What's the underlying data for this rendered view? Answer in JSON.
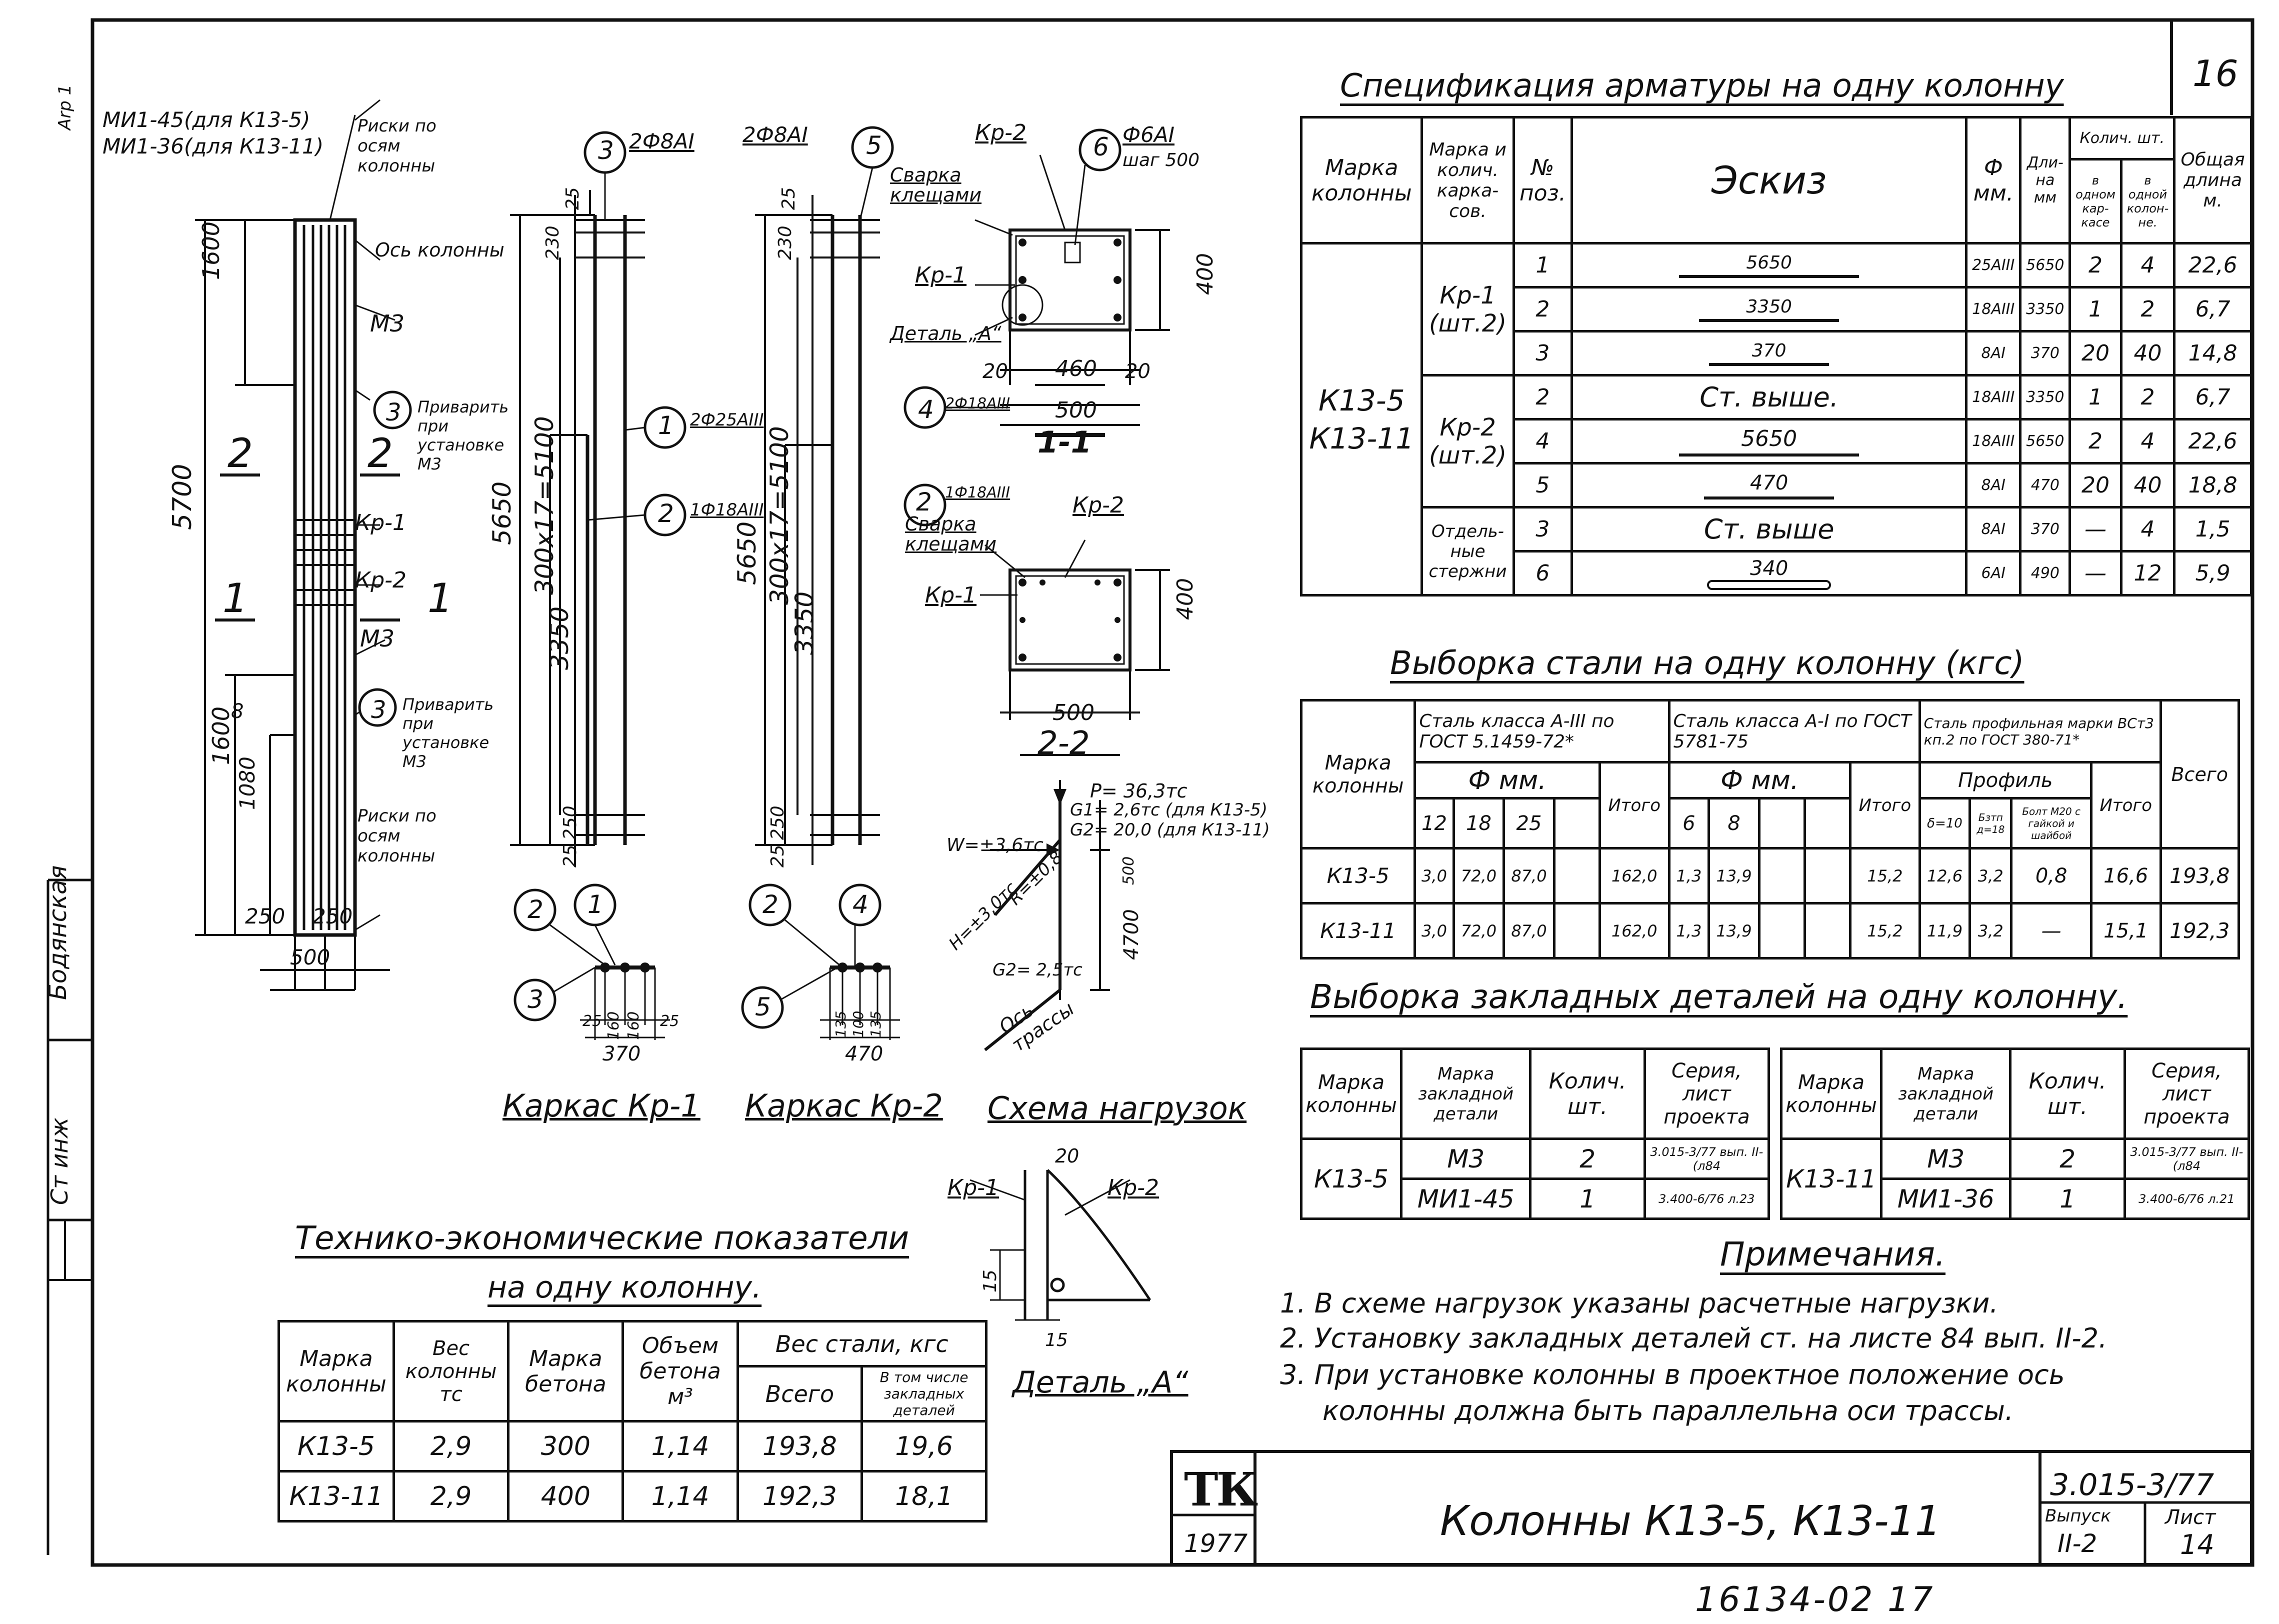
{
  "sheet_number": "16",
  "left_margin": {
    "stamp": "Бодянская",
    "inv": "Ст инж",
    "top_code": "Arp 1"
  },
  "column_drawing": {
    "callouts": [
      "МИ1-45(для К13-5)",
      "МИ1-36(для К13-11)",
      "Риски по осям колонны",
      "Ось колонны",
      "М3",
      "Приварить при установке М3",
      "Кр-1",
      "Кр-2",
      "М3",
      "Приварить при установке М3",
      "Риски по осям колонны"
    ],
    "dims": [
      "1600",
      "5700",
      "1600",
      "1080",
      "8",
      "250",
      "250",
      "500"
    ],
    "section_labels": [
      "2",
      "2",
      "1",
      "1"
    ]
  },
  "frame_kr1": {
    "bubbles": [
      "3",
      "1",
      "2",
      "2",
      "1",
      "3"
    ],
    "labels": [
      "2Ф8АI",
      "2Ф25АIII",
      "1Ф18АIII"
    ],
    "dims": [
      "25",
      "230",
      "5650",
      "300x17=5100",
      "3350",
      "250",
      "25",
      "25",
      "160",
      "160",
      "25",
      "370"
    ],
    "title": "Каркас Кр-1"
  },
  "frame_kr2": {
    "bubbles": [
      "5",
      "2",
      "4",
      "5"
    ],
    "labels": [
      "2Ф8АI"
    ],
    "dims": [
      "25",
      "230",
      "5650",
      "300x17=5100",
      "3350",
      "250",
      "25",
      "135",
      "100",
      "135",
      "470"
    ],
    "title": "Каркас Кр-2"
  },
  "section_1_1": {
    "labels": [
      "Кр-2",
      "Ф6АI",
      "шаг 500",
      "Сварка клещами",
      "Кр-1",
      "Деталь „А“",
      "2Ф18АIII",
      "1Ф18АIII"
    ],
    "bubbles": [
      "6",
      "4",
      "2"
    ],
    "dims": [
      "400",
      "20",
      "460",
      "20",
      "500"
    ],
    "title": "1-1"
  },
  "section_2_2": {
    "labels": [
      "Сварка клещами",
      "Кр-2",
      "Кр-1"
    ],
    "dims": [
      "400",
      "500"
    ],
    "title": "2-2"
  },
  "load_scheme": {
    "labels": [
      "P= 36,3тс",
      "G1= 2,6тс (для К13-5)",
      "G2= 20,0 (для К13-11)",
      "W=±3,6тс",
      "H=±3,0тс",
      "R=±0,8",
      "G2= 2,5тс",
      "Ось трассы",
      "4700",
      "500"
    ],
    "title": "Схема нагрузок"
  },
  "detail_a": {
    "labels": [
      "20",
      "Кр-1",
      "Кр-2",
      "15",
      "15"
    ],
    "title": "Деталь „А“"
  },
  "spec_table": {
    "title": "Спецификация арматуры на одну колонну",
    "headers": {
      "marka": "Марка колонны",
      "kolich": "Марка и колич. карка- сов.",
      "pos": "№ поз.",
      "eskiz": "Эскиз",
      "phi": "Ф мм.",
      "dlina": "Дли- на мм",
      "kol_group": "Колич. шт.",
      "v_karkase": "в одном кар- касе",
      "v_kolonne": "в одной колон- не.",
      "obshaya": "Общая длина м."
    },
    "marka_values": [
      "К13-5",
      "К13-11"
    ],
    "groups": [
      "Кр-1 (шт.2)",
      "Кр-2 (шт.2)",
      "Отдель- ные стержни"
    ],
    "rows": [
      {
        "pos": "1",
        "sketch": "5650",
        "phi": "25АIII",
        "len": "5650",
        "k1": "2",
        "k2": "4",
        "total": "22,6"
      },
      {
        "pos": "2",
        "sketch": "3350",
        "phi": "18АIII",
        "len": "3350",
        "k1": "1",
        "k2": "2",
        "total": "6,7"
      },
      {
        "pos": "3",
        "sketch": "370",
        "phi": "8АI",
        "len": "370",
        "k1": "20",
        "k2": "40",
        "total": "14,8"
      },
      {
        "pos": "2",
        "sketch": "Ст. выше.",
        "phi": "18АIII",
        "len": "3350",
        "k1": "1",
        "k2": "2",
        "total": "6,7"
      },
      {
        "pos": "4",
        "sketch": "5650",
        "phi": "18АIII",
        "len": "5650",
        "k1": "2",
        "k2": "4",
        "total": "22,6"
      },
      {
        "pos": "5",
        "sketch": "470",
        "phi": "8АI",
        "len": "470",
        "k1": "20",
        "k2": "40",
        "total": "18,8"
      },
      {
        "pos": "3",
        "sketch": "Ст. выше",
        "phi": "8АI",
        "len": "370",
        "k1": "—",
        "k2": "4",
        "total": "1,5"
      },
      {
        "pos": "6",
        "sketch": "340",
        "phi": "6АI",
        "len": "490",
        "k1": "—",
        "k2": "12",
        "total": "5,9"
      }
    ]
  },
  "steel_table": {
    "title": "Выборка стали на одну колонну (кгс)",
    "headers": {
      "marka": "Марка колонны",
      "a3": "Сталь класса А-III по ГОСТ 5.1459-72*",
      "a1": "Сталь класса А-I по ГОСТ 5781-75",
      "prof": "Сталь профильная марки ВСт3 кп.2 по ГОСТ 380-71*",
      "phi": "Ф мм.",
      "profil": "Профиль",
      "itogo": "Итого",
      "vsego": "Всего",
      "d12": "12",
      "d18": "18",
      "d25": "25",
      "d6": "6",
      "d8": "8",
      "p1": "δ=10",
      "p2": "Бзтп д=18",
      "p3": "Болт М20 с гайкой и шайбой"
    },
    "rows": [
      {
        "marka": "К13-5",
        "v12": "3,0",
        "v18": "72,0",
        "v25": "87,0",
        "it1": "162,0",
        "v6": "1,3",
        "v8": "13,9",
        "it2": "15,2",
        "p1": "12,6",
        "p2": "3,2",
        "p3": "0,8",
        "it3": "16,6",
        "all": "193,8"
      },
      {
        "marka": "К13-11",
        "v12": "3,0",
        "v18": "72,0",
        "v25": "87,0",
        "it1": "162,0",
        "v6": "1,3",
        "v8": "13,9",
        "it2": "15,2",
        "p1": "11,9",
        "p2": "3,2",
        "p3": "—",
        "it3": "15,1",
        "all": "192,3"
      }
    ]
  },
  "embedded_table": {
    "title": "Выборка закладных деталей на одну колонну.",
    "headers": {
      "marka": "Марка колонны",
      "detal": "Марка закладной детали",
      "kol": "Колич. шт.",
      "seria": "Серия, лист проекта"
    },
    "left": {
      "marka": "К13-5",
      "rows": [
        {
          "detal": "М3",
          "kol": "2",
          "seria": "3.015-3/77 вып. II-(л84"
        },
        {
          "detal": "МИ1-45",
          "kol": "1",
          "seria": "3.400-6/76 л.23"
        }
      ]
    },
    "right": {
      "marka": "К13-11",
      "rows": [
        {
          "detal": "М3",
          "kol": "2",
          "seria": "3.015-3/77 вып. II-(л84"
        },
        {
          "detal": "МИ1-36",
          "kol": "1",
          "seria": "3.400-6/76 л.21"
        }
      ]
    }
  },
  "notes": {
    "title": "Примечания.",
    "items": [
      "1. В схеме нагрузок указаны расчетные нагрузки.",
      "2. Установку закладных деталей ст. на листе 84 вып. II-2.",
      "3. При установке колонны в проектное положение ось",
      "колонны должна быть параллельна оси трассы."
    ]
  },
  "tep_table": {
    "title1": "Технико-экономические показатели",
    "title2": "на одну колонну.",
    "headers": {
      "marka": "Марка колонны",
      "ves": "Вес колонны тс",
      "beton": "Марка бетона",
      "obyem": "Объем бетона м³",
      "steel": "Вес стали, кгс",
      "vsego": "Всего",
      "vtch": "В том числе закладных деталей"
    },
    "rows": [
      {
        "marka": "К13-5",
        "ves": "2,9",
        "beton": "300",
        "obyem": "1,14",
        "vsego": "193,8",
        "zakl": "19,6"
      },
      {
        "marka": "К13-11",
        "ves": "2,9",
        "beton": "400",
        "obyem": "1,14",
        "vsego": "192,3",
        "zakl": "18,1"
      }
    ]
  },
  "title_block": {
    "logo": "ТК",
    "year": "1977",
    "name": "Колонны К13-5, К13-11",
    "series": "3.015-3/77",
    "vypusk_label": "Выпуск",
    "vypusk": "II-2",
    "list_label": "Лист",
    "list": "14"
  },
  "footer_number": "16134-02 17"
}
